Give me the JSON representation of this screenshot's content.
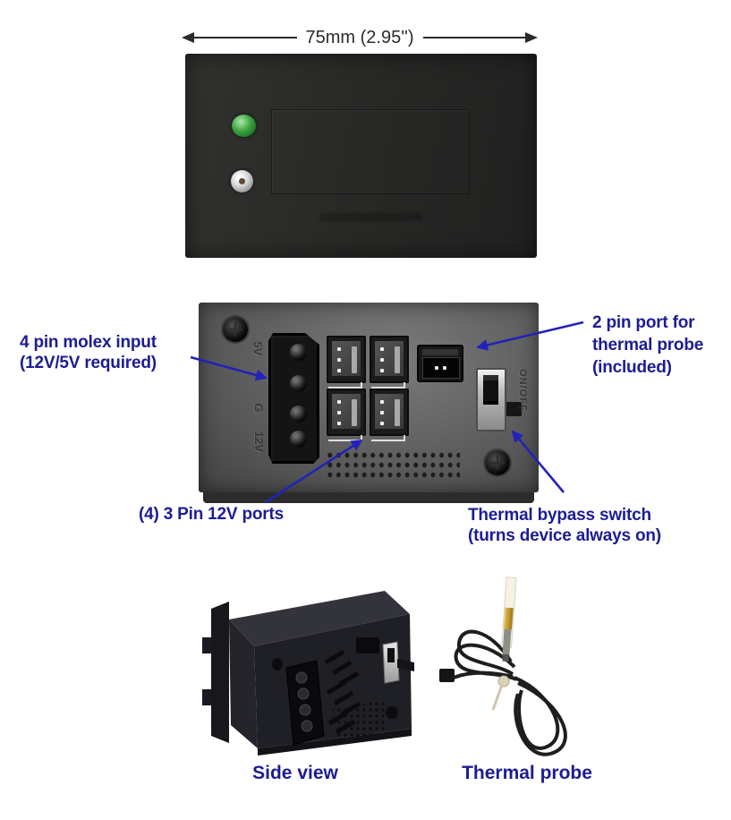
{
  "dimension": {
    "label": "75mm (2.95'')"
  },
  "annotations": {
    "molex_input": {
      "line1": "4 pin molex input",
      "line2": "(12V/5V required)"
    },
    "thermal_port": {
      "line1": "2 pin port for",
      "line2": "thermal probe",
      "line3": "(included)"
    },
    "fan_ports": {
      "label": "(4) 3 Pin 12V ports"
    },
    "bypass_switch": {
      "line1": "Thermal bypass switch",
      "line2": "(turns device always on)"
    }
  },
  "device_markings": {
    "molex_5v": "5V",
    "molex_ground": "G",
    "molex_12v": "12V",
    "switch_onoff": "ON/OFF"
  },
  "captions": {
    "side_view": "Side view",
    "thermal_probe": "Thermal probe"
  },
  "colors": {
    "annotation_text": "#1c1c96",
    "arrow_blue": "#2222bb",
    "dimension_text": "#2b2b2b",
    "led_green": "#3aa43e",
    "led_silver": "#d9d9d9"
  }
}
